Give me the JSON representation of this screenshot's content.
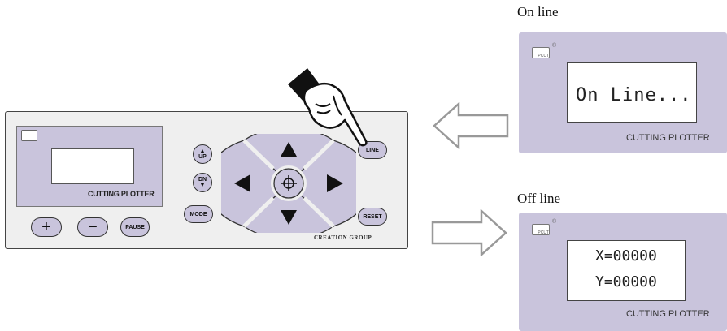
{
  "online": {
    "label": "On line",
    "screen_text": "On Line...",
    "caption": "CUTTING PLOTTER"
  },
  "offline": {
    "label": "Off line",
    "x_text": "X=00000",
    "y_text": "Y=00000",
    "caption": "CUTTING PLOTTER"
  },
  "panel": {
    "caption": "CUTTING PLOTTER",
    "brand": "CREATION GROUP",
    "buttons": {
      "up": "UP",
      "dn": "DN",
      "mode": "MODE",
      "line": "LINE",
      "reset": "RESET",
      "pause": "PAUSE"
    }
  },
  "colors": {
    "panel_accent": "#c9c4dc",
    "arrow_fill": "#ffffff",
    "arrow_stroke": "#999999"
  },
  "icons": {
    "hand": "pointing-hand-icon",
    "arrow_in": "arrow-left-icon",
    "arrow_out": "arrow-right-icon"
  }
}
